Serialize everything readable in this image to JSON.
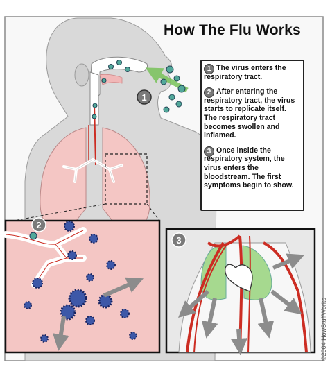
{
  "title": "How The Flu Works",
  "steps": [
    {
      "num": "1",
      "text": "The virus enters the respiratory tract."
    },
    {
      "num": "2",
      "text": "After entering the respiratory tract, the virus starts to replicate itself. The respiratory tract becomes swollen and inflamed."
    },
    {
      "num": "3",
      "text": "Once inside the respiratory system, the virus enters the bloodstream. The first symptoms begin to show."
    }
  ],
  "markers": {
    "one": "1",
    "two": "2",
    "three": "3"
  },
  "copyright": "©2004 HowStuffWorks",
  "colors": {
    "lung_pink": "#f4c6c4",
    "lung_green": "#a6d98f",
    "virus_teal": "#52a89a",
    "virus_blue": "#3d58a8",
    "artery_red": "#cc2d23",
    "arrow_green": "#78c25a",
    "arrow_gray": "#8c8c8c"
  },
  "icons": [
    "virus-icon",
    "arrow-icon",
    "heart-icon",
    "numbered-badge-icon"
  ]
}
